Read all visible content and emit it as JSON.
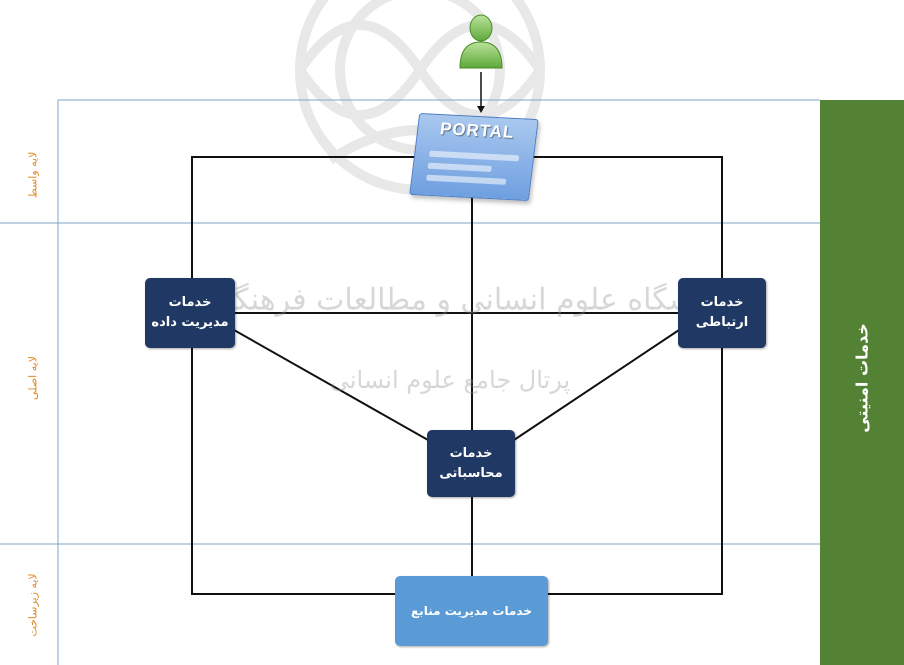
{
  "layers": [
    {
      "label": "لایه واسط"
    },
    {
      "label": "لایه اصلی"
    },
    {
      "label": "لایه زیرساخت"
    }
  ],
  "security": {
    "label": "خدمات امنیتی"
  },
  "portal": {
    "label": "PORTAL"
  },
  "nodes": {
    "data_management": {
      "line1": "خدمات",
      "line2": "مدیریت داده"
    },
    "communication": {
      "line1": "خدمات",
      "line2": "ارتباطی"
    },
    "computing": {
      "line1": "خدمات",
      "line2": "محاسباتی"
    },
    "resource_management": {
      "label": "خدمات مدیریت منابع"
    }
  },
  "watermark": {
    "line1": "پژوهشگاه علوم انسانی و مطالعات فرهنگی",
    "line2": "پرتال جامع علوم انسانی"
  },
  "colors": {
    "node_dark": "#1f3864",
    "node_light": "#5b9bd5",
    "security_bar": "#548235",
    "layer_label": "#e08a2a",
    "layer_divider": "#7ea6c9"
  },
  "icons": {
    "user": "user-icon",
    "portal": "portal-icon"
  }
}
